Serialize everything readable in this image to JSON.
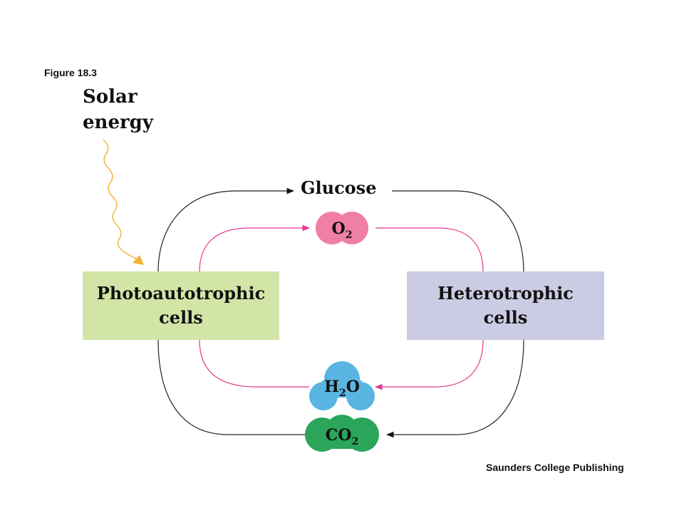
{
  "figure_label": "Figure 18.3",
  "credit": "Saunders College Publishing",
  "solar_energy": {
    "line1": "Solar",
    "line2": "energy"
  },
  "glucose": "Glucose",
  "photo_cells": {
    "line1": "Photoautotrophic",
    "line2": "cells"
  },
  "hetero_cells": {
    "line1": "Heterotrophic",
    "line2": "cells"
  },
  "molecules": {
    "o2": {
      "base": "O",
      "sub": "2"
    },
    "h2o": {
      "base1": "H",
      "sub": "2",
      "base2": "O"
    },
    "co2": {
      "base": "CO",
      "sub": "2"
    }
  },
  "colors": {
    "photo_box": "#d3e5a6",
    "hetero_box": "#cbcbe3",
    "o2": "#f07fa5",
    "h2o": "#5ab5e2",
    "co2": "#2aa55a",
    "pink_path": "#e5388f",
    "black_path": "#222222",
    "solar_arrow": "#f3b233"
  }
}
